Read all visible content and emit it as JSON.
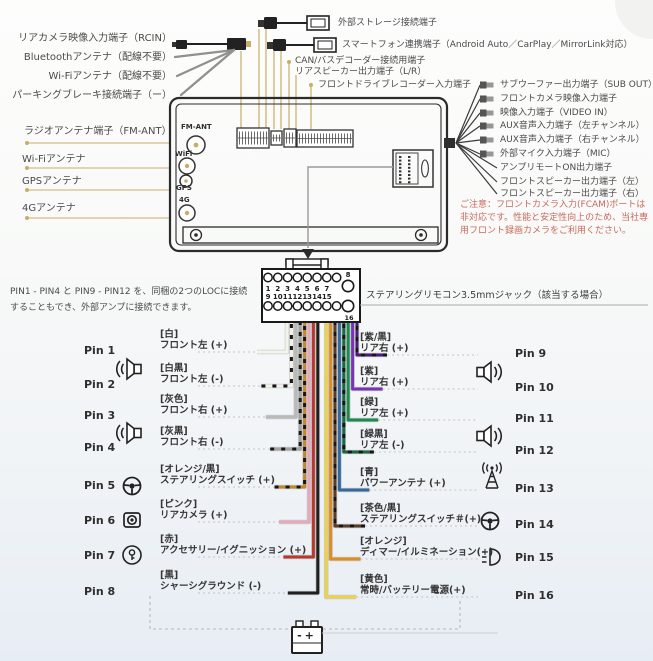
{
  "page": {
    "accent_wire_color": "#c9ad6a",
    "note_color": "#c96a5e"
  },
  "top_left_ports": [
    "リアカメラ映像入力端子（RCIN）",
    "Bluetoothアンテナ（配線不要）",
    "Wi-Fiアンテナ（配線不要）",
    "パーキングブレーキ接続端子（ー）"
  ],
  "top_ports": [
    "外部ストレージ接続端子",
    "スマートフォン連携端子（Android Auto／CarPlay／MirrorLink対応）",
    "CAN/バスデコーダー接続用端子",
    "リアスピーカー出力端子（L/R）",
    "フロントドライブレコーダー入力端子"
  ],
  "left_ports": [
    "ラジオアンテナ端子（FM-ANT）",
    "Wi-Fiアンテナ",
    "GPSアンテナ",
    "4Gアンテナ"
  ],
  "right_ports": [
    "サブウーファー出力端子（SUB OUT）",
    "フロントカメラ映像入力端子",
    "映像入力端子（VIDEO IN）",
    "AUX音声入力端子（左チャンネル）",
    "AUX音声入力端子（右チャンネル）",
    "外部マイク入力端子（MIC）",
    "アンプリモートON出力端子",
    "フロントスピーカー出力端子（左）",
    "フロントスピーカー出力端子（右）"
  ],
  "unit_labels": {
    "fm": "FM-ANT",
    "wifi": "WiFi",
    "gps": "GPS",
    "g4": "4G"
  },
  "notice": "ご注意：フロントカメラ入力(FCAM)ポートは非対応です。性能と安定性向上のため、当社専用フロント録画カメラをご利用ください。",
  "loc_note_line1": "PIN1 - PIN4 と PIN9 - PIN12 を、同梱の2つのLOCに接続",
  "loc_note_line2": "することもでき、外部アンプに接続できます。",
  "src_jack_label": "ステアリングリモコン3.5mmジャック（該当する場合）",
  "connector_pins": {
    "top_row": [
      "1",
      "2",
      "3",
      "4",
      "5",
      "6",
      "7"
    ],
    "pin8": "8",
    "bottom_row": [
      "9",
      "10",
      "11",
      "12",
      "13",
      "14",
      "15"
    ],
    "pin16": "16"
  },
  "pins_left": [
    {
      "pin": "Pin 1",
      "wire": "[白]",
      "function": "フロント左 (+)",
      "color": "#f3f3ea",
      "stripe": false
    },
    {
      "pin": "Pin 2",
      "wire": "[白黒]",
      "function": "フロント左 (-)",
      "color": "#f3f3ea",
      "stripe": true
    },
    {
      "pin": "Pin 3",
      "wire": "[灰色]",
      "function": "フロント右 (+)",
      "color": "#b9b9b5",
      "stripe": false
    },
    {
      "pin": "Pin 4",
      "wire": "[灰黒]",
      "function": "フロント右 (-)",
      "color": "#a3a39f",
      "stripe": true
    },
    {
      "pin": "Pin 5",
      "wire": "[オレンジ/黒]",
      "function": "ステアリングスイッチ (+)",
      "color": "#c4872c",
      "stripe": true
    },
    {
      "pin": "Pin 6",
      "wire": "[ピンク]",
      "function": "リアカメラ (+)",
      "color": "#e7a8ba",
      "stripe": false
    },
    {
      "pin": "Pin 7",
      "wire": "[赤]",
      "function": "アクセサリー/イグニッション (+)",
      "color": "#b8392c",
      "stripe": false
    },
    {
      "pin": "Pin 8",
      "wire": "[黒]",
      "function": "シャーシグラウンド (-)",
      "color": "#1f1f1f",
      "stripe": false
    }
  ],
  "pins_right": [
    {
      "pin": "Pin 9",
      "wire": "[紫/黒]",
      "function": "リア右 (+)",
      "color": "#4a1d7a",
      "stripe": true
    },
    {
      "pin": "Pin 10",
      "wire": "[紫]",
      "function": "リア右 (+)",
      "color": "#7a33b5",
      "stripe": false
    },
    {
      "pin": "Pin 11",
      "wire": "[緑]",
      "function": "リア左 (+)",
      "color": "#1e8a4f",
      "stripe": false
    },
    {
      "pin": "Pin 12",
      "wire": "[緑黒]",
      "function": "リア左 (-)",
      "color": "#166a3c",
      "stripe": true
    },
    {
      "pin": "Pin 13",
      "wire": "[青]",
      "function": "パワーアンテナ (+)",
      "color": "#34699f",
      "stripe": false
    },
    {
      "pin": "Pin 14",
      "wire": "[茶色/黒]",
      "function": "ステアリングスイッチ＃(+)",
      "color": "#5d3d22",
      "stripe": true
    },
    {
      "pin": "Pin 15",
      "wire": "[オレンジ]",
      "function": "ディマー/イルミネーション(+)",
      "color": "#de8d23",
      "stripe": false
    },
    {
      "pin": "Pin 16",
      "wire": "[黄色]",
      "function": "常時/バッテリー電源(+)",
      "color": "#ecd34a",
      "stripe": false
    }
  ],
  "battery": {
    "minus": "-",
    "plus": "+"
  }
}
